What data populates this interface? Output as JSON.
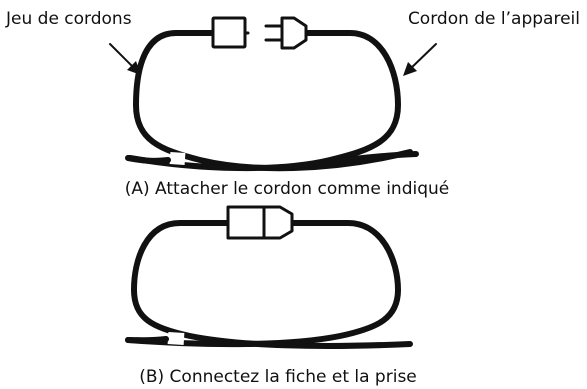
{
  "labels": {
    "left_cord": "Jeu de cordons",
    "right_cord": "Cordon de l’appareil"
  },
  "captions": {
    "a": "(A) Attacher le cordon comme indiqué",
    "b": "(B) Connectez la fiche et la prise"
  },
  "colors": {
    "line": "#111111",
    "background": "#ffffff"
  }
}
